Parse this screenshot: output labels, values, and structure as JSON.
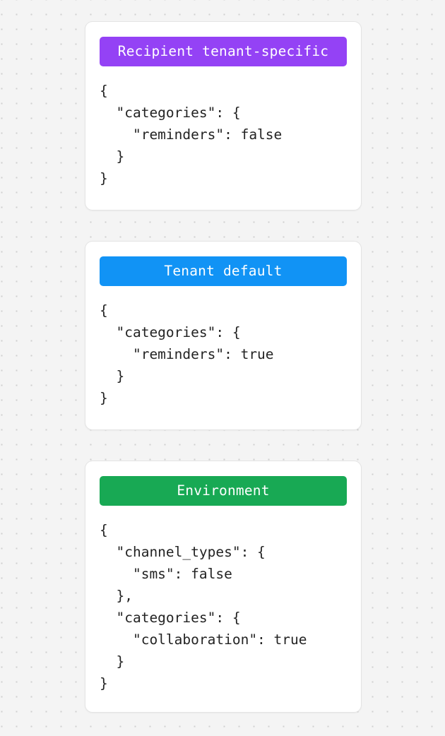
{
  "background": {
    "color": "#f4f4f4",
    "dot_color": "#cfcfcf",
    "pattern": "dot-grid"
  },
  "cards": [
    {
      "id": "recipient-tenant-specific",
      "badge_label": "Recipient tenant-specific",
      "badge_color": "#9442f5",
      "code": "{\n  \"categories\": {\n    \"reminders\": false\n  }\n}"
    },
    {
      "id": "tenant-default",
      "badge_label": "Tenant default",
      "badge_color": "#1193f5",
      "code": "{\n  \"categories\": {\n    \"reminders\": true\n  }\n}"
    },
    {
      "id": "environment",
      "badge_label": "Environment",
      "badge_color": "#18a954",
      "code": "{\n  \"channel_types\": {\n    \"sms\": false\n  },\n  \"categories\": {\n    \"collaboration\": true\n  }\n}"
    }
  ]
}
